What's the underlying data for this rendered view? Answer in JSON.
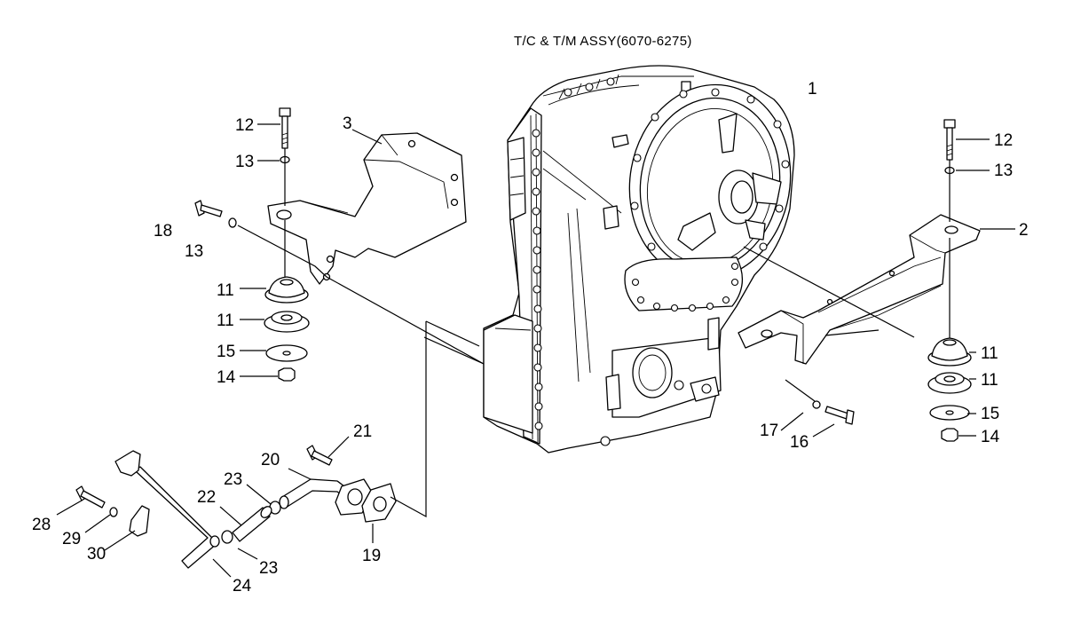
{
  "title": "T/C & T/M ASSY(6070-6275)",
  "callouts": [
    {
      "id": "c1",
      "text": "1"
    },
    {
      "id": "c2",
      "text": "2"
    },
    {
      "id": "c3",
      "text": "3"
    },
    {
      "id": "c11a",
      "text": "11"
    },
    {
      "id": "c11b",
      "text": "11"
    },
    {
      "id": "c11c",
      "text": "11"
    },
    {
      "id": "c11d",
      "text": "11"
    },
    {
      "id": "c12a",
      "text": "12"
    },
    {
      "id": "c12b",
      "text": "12"
    },
    {
      "id": "c13a",
      "text": "13"
    },
    {
      "id": "c13b",
      "text": "13"
    },
    {
      "id": "c13c",
      "text": "13"
    },
    {
      "id": "c14a",
      "text": "14"
    },
    {
      "id": "c14b",
      "text": "14"
    },
    {
      "id": "c15a",
      "text": "15"
    },
    {
      "id": "c15b",
      "text": "15"
    },
    {
      "id": "c16",
      "text": "16"
    },
    {
      "id": "c17",
      "text": "17"
    },
    {
      "id": "c18",
      "text": "18"
    },
    {
      "id": "c19",
      "text": "19"
    },
    {
      "id": "c20",
      "text": "20"
    },
    {
      "id": "c21",
      "text": "21"
    },
    {
      "id": "c22",
      "text": "22"
    },
    {
      "id": "c23a",
      "text": "23"
    },
    {
      "id": "c23b",
      "text": "23"
    },
    {
      "id": "c24",
      "text": "24"
    },
    {
      "id": "c28",
      "text": "28"
    },
    {
      "id": "c29",
      "text": "29"
    },
    {
      "id": "c30",
      "text": "30"
    }
  ]
}
